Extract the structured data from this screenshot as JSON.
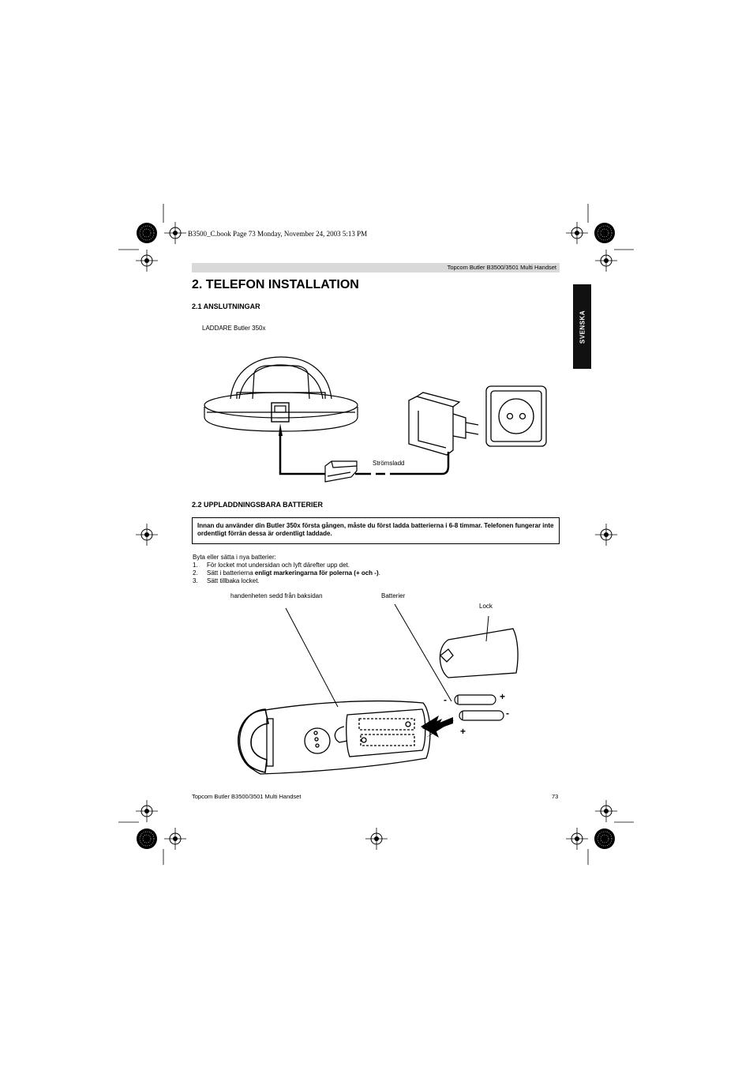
{
  "book_line": "B3500_C.book  Page 73  Monday, November 24, 2003  5:13 PM",
  "header": {
    "product": "Topcom Butler B3500/3501 Multi Handset"
  },
  "side_tab": "SVENSKA",
  "title": "2. TELEFON INSTALLATION",
  "section1": {
    "heading": "2.1 ANSLUTNINGAR",
    "charger_label": "LADDARE Butler 350x",
    "cable_label": "Strömsladd"
  },
  "section2": {
    "heading": "2.2 UPPLADDNINGSBARA BATTERIER",
    "note": "Innan du använder din Butler 350x första gången, måste du först ladda batterierna i 6-8 timmar. Telefonen fungerar inte ordentligt förrän dessa är ordentligt laddade.",
    "intro": "Byta eller sätta i nya batterier:",
    "steps": [
      {
        "num": "1.",
        "text": "För locket mot undersidan och lyft därefter upp det."
      },
      {
        "num": "2.",
        "text_pre": "Sätt i batterierna ",
        "text_bold": "enligt markeringarna för polerna (+ och -)",
        "text_post": "."
      },
      {
        "num": "3.",
        "text": "Sätt tillbaka locket."
      }
    ],
    "labels": {
      "handset": "handenheten sedd från baksidan",
      "batteries": "Batterier",
      "cover": "Lock"
    },
    "polarity": {
      "plus": "+",
      "minus": "-"
    }
  },
  "footer": {
    "left": "Topcom Butler B3500/3501 Multi Handset",
    "page": "73"
  }
}
